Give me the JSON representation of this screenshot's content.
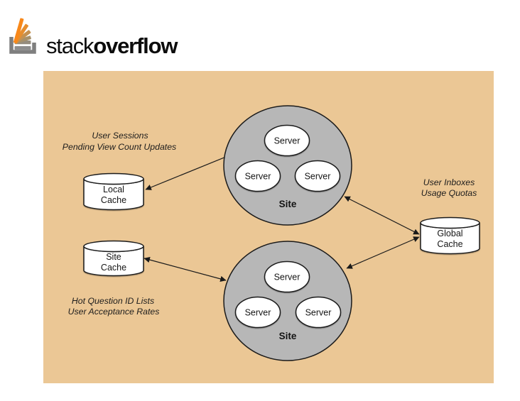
{
  "logo": {
    "stack": "stack",
    "overflow": "overflow"
  },
  "diagram": {
    "panel_color": "#ebc795",
    "cluster_fill": "#b7b7b7",
    "node_fill": "#ffffff",
    "line_color": "#1a1a1a",
    "sites": [
      {
        "label": "Site",
        "servers": [
          {
            "label": "Server"
          },
          {
            "label": "Server"
          },
          {
            "label": "Server"
          }
        ]
      },
      {
        "label": "Site",
        "servers": [
          {
            "label": "Server"
          },
          {
            "label": "Server"
          },
          {
            "label": "Server"
          }
        ]
      }
    ],
    "caches": [
      {
        "id": "local-cache",
        "line1": "Local",
        "line2": "Cache"
      },
      {
        "id": "site-cache",
        "line1": "Site",
        "line2": "Cache"
      },
      {
        "id": "global-cache",
        "line1": "Global",
        "line2": "Cache"
      }
    ],
    "annotations": [
      {
        "id": "local-cache-note",
        "line1": "User Sessions",
        "line2": "Pending View Count Updates"
      },
      {
        "id": "global-cache-note",
        "line1": "User Inboxes",
        "line2": "Usage Quotas"
      },
      {
        "id": "site-cache-note",
        "line1": "Hot Question ID Lists",
        "line2": "User Acceptance Rates"
      }
    ],
    "connections": [
      {
        "from": "local-cache",
        "to": "top-site-server",
        "bidirectional": true
      },
      {
        "from": "site-cache",
        "to": "bottom-site",
        "bidirectional": true
      },
      {
        "from": "top-site",
        "to": "global-cache",
        "bidirectional": true
      },
      {
        "from": "global-cache",
        "to": "bottom-site",
        "bidirectional": true
      }
    ]
  }
}
